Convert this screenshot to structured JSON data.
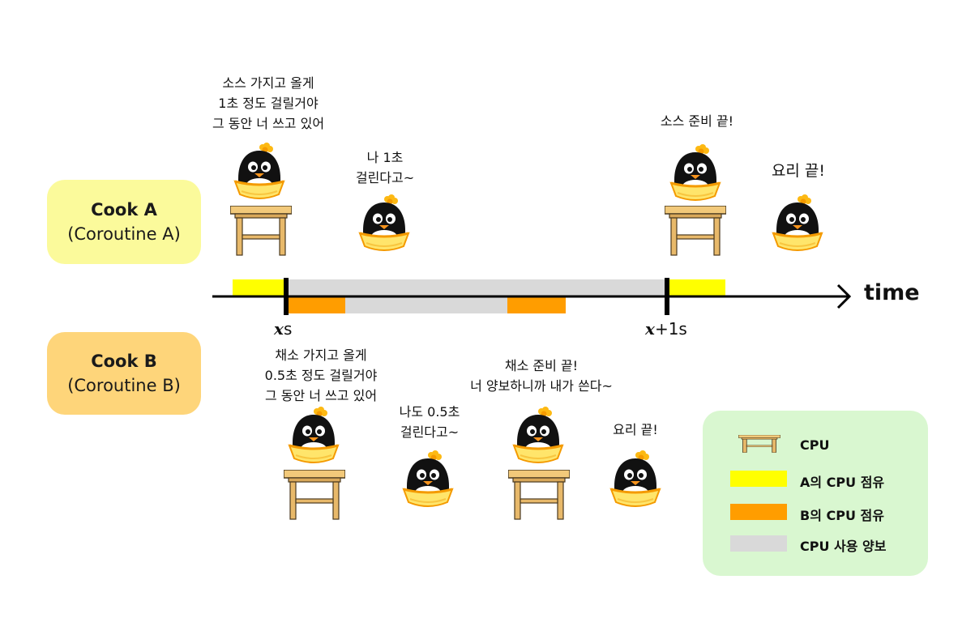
{
  "cooks": {
    "a": {
      "name": "Cook A",
      "subtitle": "(Coroutine A)",
      "color": "#fbfa9b"
    },
    "b": {
      "name": "Cook B",
      "subtitle": "(Coroutine B)",
      "color": "#fed57a"
    }
  },
  "speech": {
    "a1": [
      "소스 가지고 올게",
      "1초 정도 걸릴거야",
      "그 동안 너 쓰고 있어"
    ],
    "a2": [
      "나 1초",
      "걸린다고~"
    ],
    "a3": [
      "소스 준비 끝!"
    ],
    "a4": [
      "요리 끝!"
    ],
    "b1": [
      "채소 가지고 올게",
      "0.5초 정도 걸릴거야",
      "그 동안 너 쓰고 있어"
    ],
    "b2": [
      "나도 0.5초",
      "걸린다고~"
    ],
    "b3": [
      "채소 준비 끝!",
      "너 양보하니까 내가 쓴다~"
    ],
    "b4": [
      "요리 끝!"
    ]
  },
  "timeline": {
    "axis_label": "time",
    "tick_start": {
      "var": "x",
      "suffix": "s"
    },
    "tick_end": {
      "var": "x",
      "suffix": "+1s"
    }
  },
  "legend": {
    "items": [
      {
        "label": "CPU",
        "icon": "desk-icon"
      },
      {
        "label": "A의 CPU 점유",
        "color": "#ffff00"
      },
      {
        "label": "B의 CPU 점유",
        "color": "#ff9d00"
      },
      {
        "label": "CPU 사용 양보",
        "color": "#d9d9d9"
      }
    ]
  },
  "colors": {
    "a_occupy": "#ffff00",
    "b_occupy": "#ff9d00",
    "yield": "#d9d9d9",
    "legend_bg": "#d9f7d0"
  }
}
